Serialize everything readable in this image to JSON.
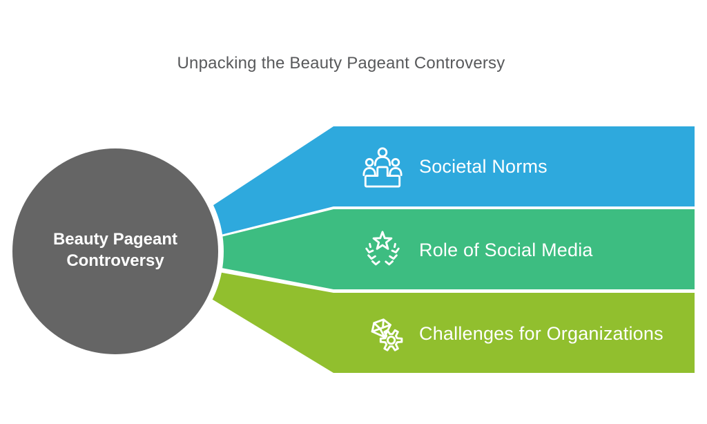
{
  "title": "Unpacking the Beauty Pageant Controversy",
  "hub": {
    "line1": "Beauty Pageant",
    "line2": "Controversy",
    "color": "#656565"
  },
  "items": [
    {
      "label": "Societal Norms",
      "color": "#2EA9DD",
      "icon": "podium-people-icon"
    },
    {
      "label": "Role of Social Media",
      "color": "#3DBD81",
      "icon": "star-laurel-icon"
    },
    {
      "label": "Challenges for Organizations",
      "color": "#91BF2E",
      "icon": "gem-gear-icon"
    }
  ],
  "colors": {
    "background": "#FFFFFF",
    "title_text": "#58595B",
    "band_text": "#FFFFFF",
    "hub_text": "#FFFFFF"
  }
}
